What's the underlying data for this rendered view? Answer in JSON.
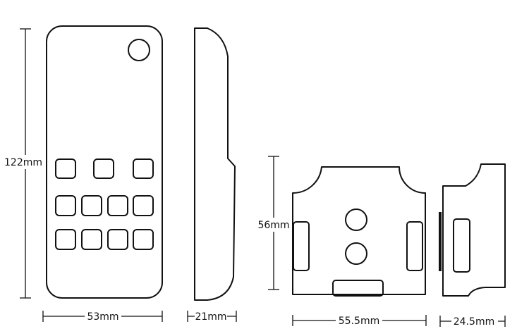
{
  "dimensions": {
    "remote_height": "122mm",
    "remote_width": "53mm",
    "remote_depth": "21mm",
    "holder_height": "56mm",
    "holder_width": "55.5mm",
    "holder_depth": "24.5mm"
  },
  "colors": {
    "line": "#111111",
    "background": "#ffffff"
  }
}
